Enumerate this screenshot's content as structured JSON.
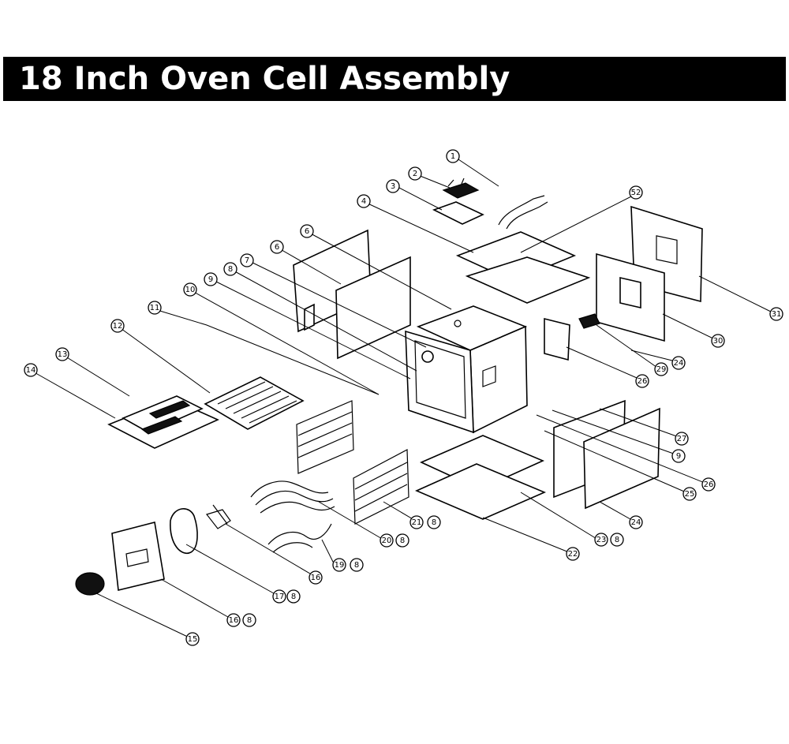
{
  "title": "18 Inch Oven Cell Assembly",
  "callouts": [
    "1",
    "2",
    "3",
    "4",
    "52",
    "31",
    "30",
    "6",
    "6",
    "7",
    "8",
    "9",
    "10",
    "11",
    "12",
    "13",
    "14",
    "24",
    "29",
    "26",
    "27",
    "9",
    "26",
    "25",
    "24",
    "21",
    "8",
    "20",
    "8",
    "23",
    "8",
    "22",
    "16",
    "19",
    "8",
    "17",
    "8",
    "16",
    "8",
    "15"
  ],
  "colors": {
    "title_bg": "#000000",
    "title_fg": "#ffffff",
    "line": "#000000",
    "paper": "#ffffff"
  }
}
